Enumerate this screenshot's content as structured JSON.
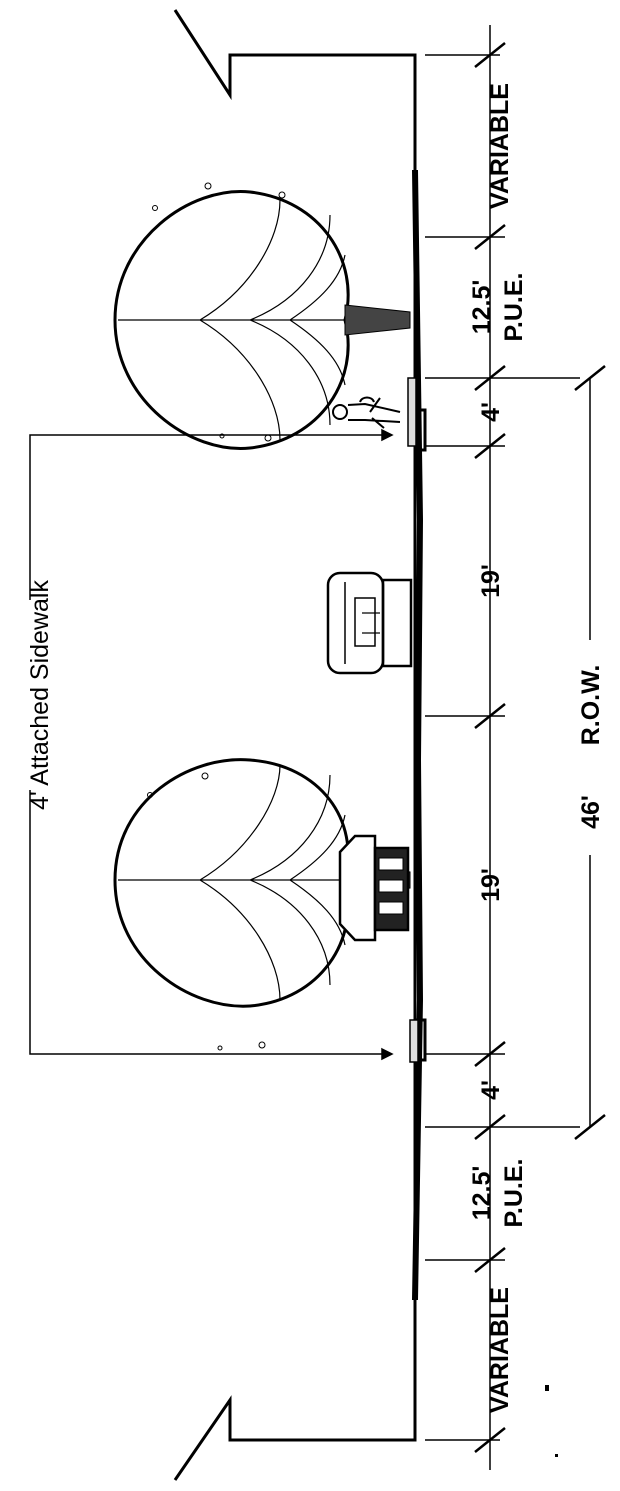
{
  "callout": {
    "sidewalk": "4' Attached Sidewalk"
  },
  "dimensions": {
    "variable_top": "VARIABLE",
    "pue_top_value": "12.5'",
    "pue_top_label": "P.U.E.",
    "walk_top": "4'",
    "lane_upper": "19'",
    "lane_lower": "19'",
    "walk_bottom": "4'",
    "pue_bottom_value": "12.5'",
    "pue_bottom_label": "P.U.E.",
    "variable_bottom": "VARIABLE",
    "row_value": "46'",
    "row_label": "R.O.W."
  }
}
